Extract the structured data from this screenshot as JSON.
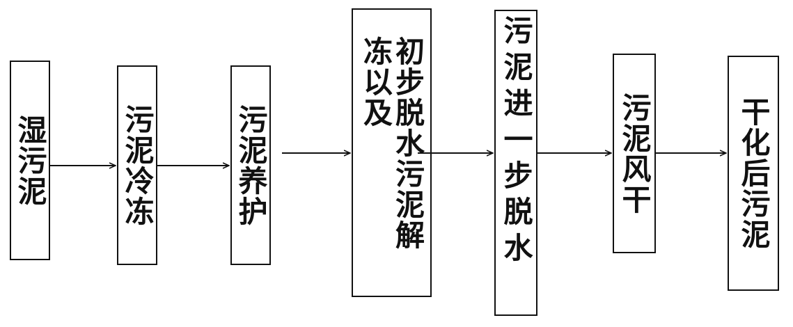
{
  "diagram": {
    "nodes": [
      {
        "id": "wet-sludge",
        "label": "湿污泥"
      },
      {
        "id": "sludge-freezing",
        "label": "污泥冷冻"
      },
      {
        "id": "sludge-curing",
        "label": "污泥养护"
      },
      {
        "id": "thaw-dewater",
        "label": "初步脱水污泥解冻以及"
      },
      {
        "id": "further-dewater",
        "label": "污泥进一步脱水"
      },
      {
        "id": "air-drying",
        "label": "污泥风干"
      },
      {
        "id": "dried-sludge",
        "label": "干化后污泥"
      }
    ],
    "edges": [
      {
        "from": "wet-sludge",
        "to": "sludge-freezing"
      },
      {
        "from": "sludge-freezing",
        "to": "sludge-curing"
      },
      {
        "from": "sludge-curing",
        "to": "thaw-dewater"
      },
      {
        "from": "thaw-dewater",
        "to": "further-dewater"
      },
      {
        "from": "further-dewater",
        "to": "air-drying"
      },
      {
        "from": "air-drying",
        "to": "dried-sludge"
      }
    ],
    "line_color": "#111111"
  }
}
